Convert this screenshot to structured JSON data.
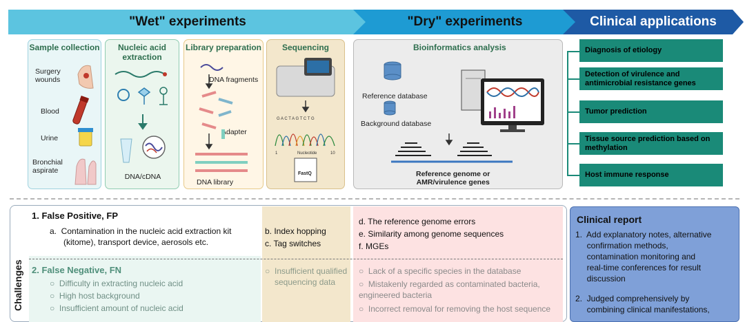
{
  "banners": {
    "wet": "\"Wet\" experiments",
    "dry": "\"Dry\" experiments",
    "clinical": "Clinical applications"
  },
  "sample": {
    "title": "Sample collection",
    "items": [
      "Surgery\nwounds",
      "Blood",
      "Urine",
      "Bronchial\naspirate"
    ]
  },
  "extraction": {
    "title": "Nucleic acid extraction",
    "result": "DNA/cDNA"
  },
  "library": {
    "title": "Library preparation",
    "fragments": "DNA fragments",
    "adapter": "Adapter",
    "result": "DNA library"
  },
  "sequencing": {
    "title": "Sequencing",
    "bases": "G A C T A G T C T G",
    "axis_start": "1",
    "axis_label": "Nucleotide",
    "axis_end": "10",
    "file": "FastQ"
  },
  "bioinfo": {
    "title": "Bioinformatics analysis",
    "ref_db": "Reference database",
    "bg_db": "Background database",
    "result": "Reference genome or\nAMR/virulence genes"
  },
  "clinical_items": [
    "Diagnosis of etiology",
    "Detection of virulence and antimicrobial resistance genes",
    "Tumor prediction",
    "Tissue source prediction based on methylation",
    "Host immune response"
  ],
  "challenges": {
    "side_label": "Challenges",
    "fp_title": "1.  False Positive, FP",
    "fp_a": "a.  Contamination in the nucleic acid extraction kit\n      (kitome), transport device, aerosols etc.",
    "fp_seq": [
      "b.  Index hopping",
      "c.  Tag switches"
    ],
    "fp_bio": [
      "d.  The reference genome  errors",
      "e.  Similarity among genome sequences",
      "f.   MGEs"
    ],
    "fn_title": "2. False Negative, FN",
    "fn_wet": [
      "Difficulty in extracting nucleic acid",
      "High host background",
      "Insufficient amount of nucleic acid"
    ],
    "fn_seq": "Insufficient qualified\nsequencing data",
    "fn_bio": [
      "Lack of a specific species in the database",
      "Mistakenly regarded as contaminated bacteria,\nengineered bacteria",
      "Incorrect removal for removing the host sequence"
    ]
  },
  "report": {
    "title": "Clinical report",
    "items": [
      "1.  Add explanatory notes, alternative\n     confirmation methods,\n     contamination monitoring and\n     real-time conferences for result\n     discussion",
      "2.  Judged comprehensively by\n     combining clinical manifestations,"
    ]
  },
  "colors": {
    "wet_banner": "#5cc4e0",
    "dry_banner": "#1e9bd3",
    "clinical_banner": "#1e5aa5",
    "clinical_box": "#1a8a78",
    "sample_panel": "#e9f6f7",
    "seq_panel": "#f3e7cc",
    "bio_panel": "#ececec",
    "report_panel": "#7fa0d8",
    "fn_bio_panel": "#fde2e2"
  }
}
